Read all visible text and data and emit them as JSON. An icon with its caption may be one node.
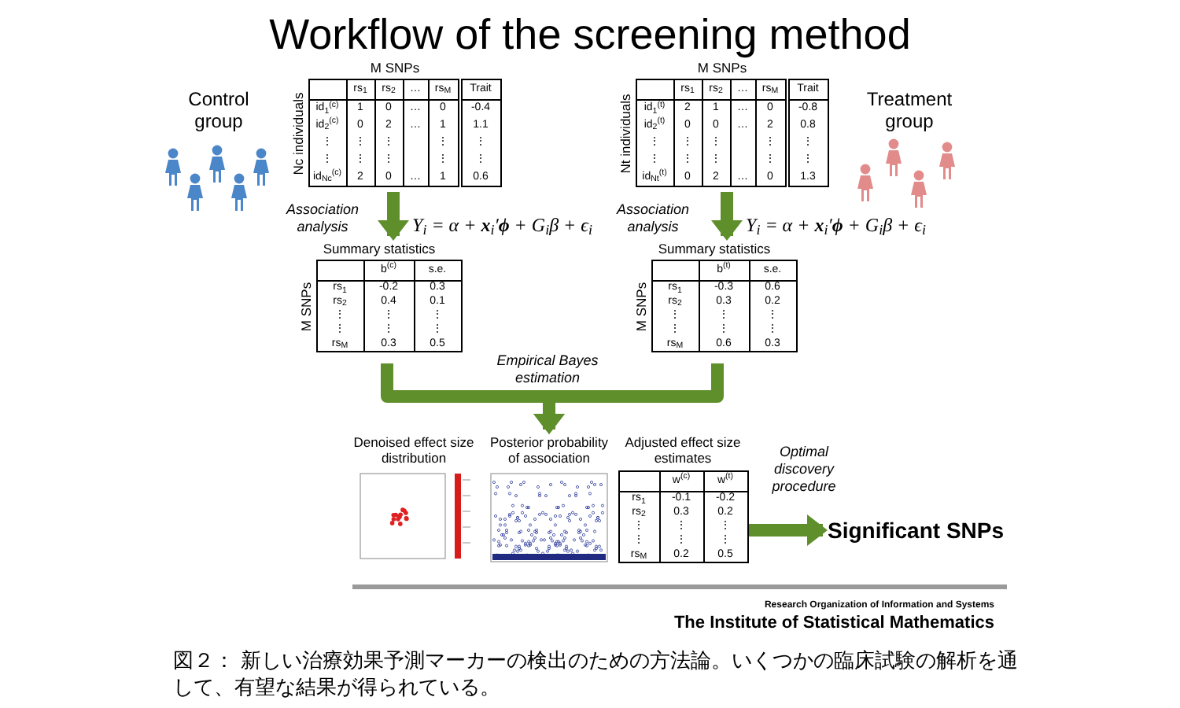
{
  "diagram": {
    "title": "Workflow of the screening method",
    "caption": "図２： 新しい治療効果予測マーカーの検出のための方法論。いくつかの臨床試験の解析を通して、有望な結果が得られている。",
    "nodes": [
      {
        "text": [
          "Control group"
        ]
      },
      {
        "text": [
          "M SNPs",
          "Nc individuals",
          "rs$_{1}$",
          "rs$_{2}$",
          "…",
          "rs$_{M}$",
          "Trait",
          "id$_{1}$$^{(c)}$",
          "1",
          "0",
          "…",
          "0",
          "-0.4",
          "id$_{2}$$^{(c)}$",
          "0",
          "2",
          "…",
          "1",
          "1.1",
          "⋮",
          "⋮",
          "⋮",
          "⋮",
          "⋮",
          "⋮",
          "⋮",
          "⋮",
          "⋮",
          "⋮",
          "id$_{Nc}$$^{(c)}$",
          "2",
          "0",
          "…",
          "1",
          "0.6"
        ]
      },
      {
        "text": [
          "M SNPs",
          "Nt individuals",
          "rs$_{1}$",
          "rs$_{2}$",
          "…",
          "rs$_{M}$",
          "Trait",
          "id$_{1}$$^{(t)}$",
          "2",
          "1",
          "…",
          "0",
          "-0.8",
          "id$_{2}$$^{(t)}$",
          "0",
          "0",
          "…",
          "2",
          "0.8",
          "⋮",
          "⋮",
          "⋮",
          "⋮",
          "⋮",
          "⋮",
          "⋮",
          "⋮",
          "⋮",
          "⋮",
          "id$_{Nt}$$^{(t)}$",
          "0",
          "2",
          "…",
          "0",
          "1.3"
        ]
      },
      {
        "text": [
          "Treatment group"
        ]
      },
      {
        "text": [
          "Summary statistics",
          "M SNPs",
          "b$^{(c)}$",
          "s.e.",
          "rs$_{1}$",
          "-0.2",
          "0.3",
          "rs$_{2}$",
          "0.4",
          "0.1",
          "⋮",
          "⋮",
          "⋮",
          "⋮",
          "⋮",
          "⋮",
          "rs$_{M}$",
          "0.3",
          "0.5"
        ]
      },
      {
        "text": [
          "Summary statistics",
          "M SNPs",
          "b$^{(t)}$",
          "s.e.",
          "rs$_{1}$",
          "-0.3",
          "0.6",
          "rs$_{2}$",
          "0.3",
          "0.2",
          "⋮",
          "⋮",
          "⋮",
          "⋮",
          "⋮",
          "⋮",
          "rs$_{M}$",
          "0.6",
          "0.3"
        ]
      },
      {
        "text": [
          "Denoised effect size distribution"
        ]
      },
      {
        "text": [
          "Posterior probability of association"
        ]
      },
      {
        "text": [
          "Adjusted effect size estimates",
          "w$^{(c)}$",
          "w$^{(t)}$",
          "rs$_{1}$",
          "-0.1",
          "-0.2",
          "rs$_{2}$",
          "0.3",
          "0.2",
          "⋮",
          "⋮",
          "⋮",
          "⋮",
          "⋮",
          "⋮",
          "rs$_{M}$",
          "0.2",
          "0.5"
        ]
      },
      {
        "text": [
          "Significant SNPs"
        ]
      }
    ],
    "edges": [
      {
        "from": 1,
        "to": 4,
        "arrow": "to",
        "label": "Association analysis"
      },
      {
        "from": 2,
        "to": 5,
        "arrow": "to",
        "label": "Association analysis"
      },
      {
        "from": 4,
        "to": 7,
        "arrow": "to",
        "label": "Empirical Bayes estimation"
      },
      {
        "from": 5,
        "to": 7,
        "arrow": "to"
      },
      {
        "from": 8,
        "to": 9,
        "arrow": "to",
        "label": "Optimal discovery procedure"
      }
    ],
    "labels": [
      "Y$_{i}$ = α + **x**$_{i}$′**ϕ** + G$_{i}$β + ϵ$_{i}$",
      "Y$_{i}$ = α + **x**$_{i}$′**ϕ** + G$_{i}$β + ϵ$_{i}$",
      "Research Organization of Information and Systems",
      "The Institute of Statistical Mathematics"
    ]
  }
}
